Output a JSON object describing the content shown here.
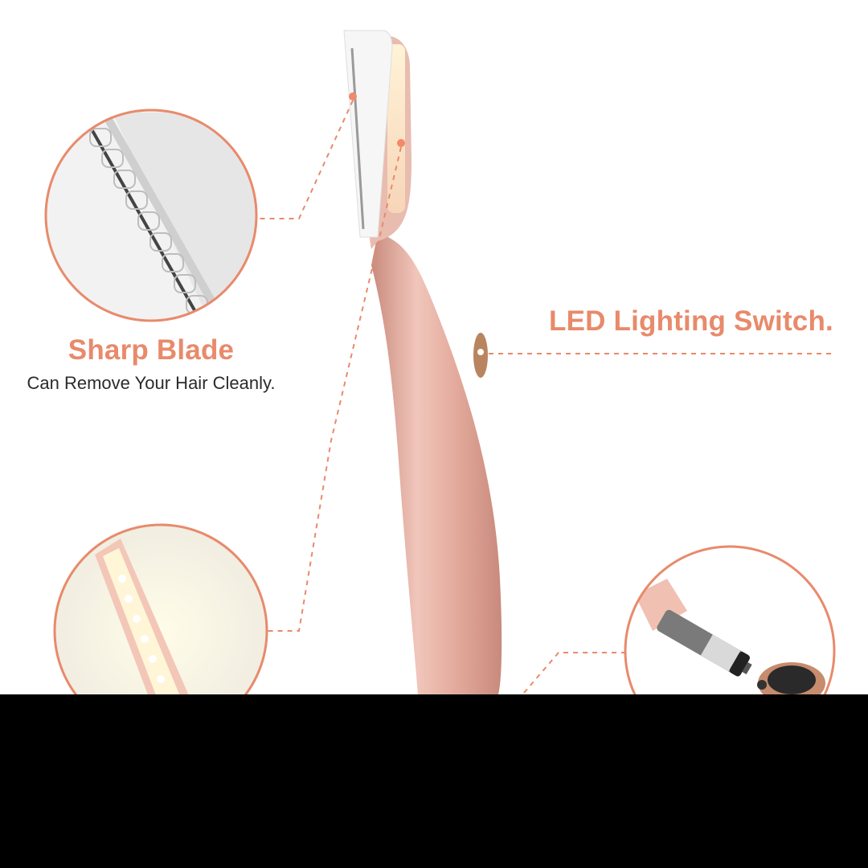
{
  "callouts": {
    "blade": {
      "heading": "Sharp Blade",
      "subtext": "Can Remove Your Hair Cleanly."
    },
    "led": {
      "heading": "LED Lighting Switch."
    }
  },
  "colors": {
    "accent": "#e88a6b",
    "text": "#2b2b2b",
    "product_body": "#e6b1a5",
    "background": "#ffffff",
    "bottom_bar": "#000000"
  },
  "icons": {
    "blade_detail": "blade-closeup-icon",
    "led_detail": "led-strip-closeup-icon",
    "battery_detail": "battery-closeup-icon"
  }
}
